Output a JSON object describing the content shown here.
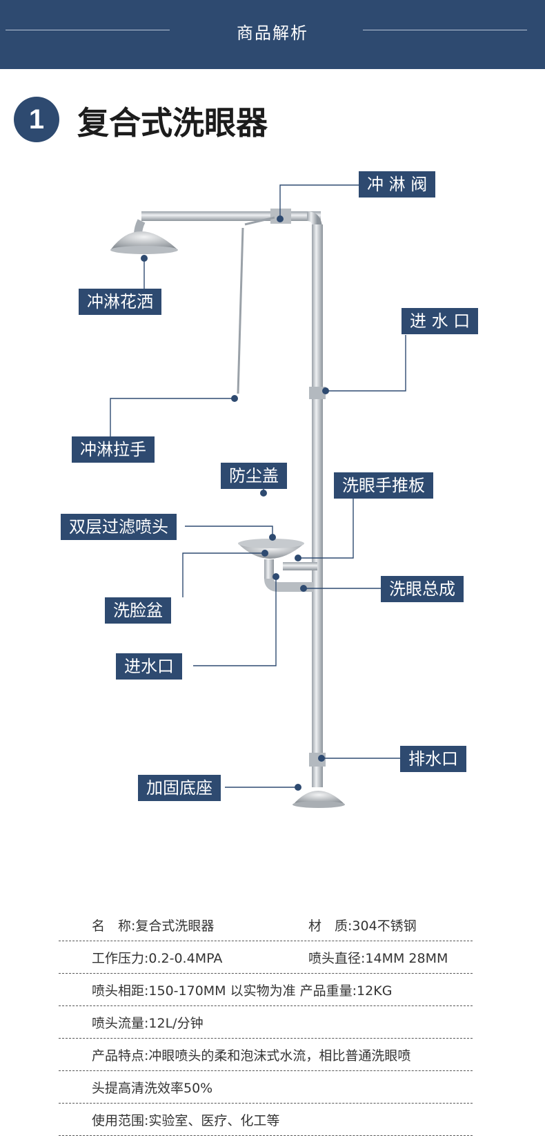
{
  "header": {
    "title": "商品解析"
  },
  "section": {
    "number": "1",
    "title": "复合式洗眼器"
  },
  "callouts": {
    "shower_valve": "冲 淋 阀",
    "shower_head": "冲淋花洒",
    "water_inlet_top": "进 水 口",
    "pull_handle": "冲淋拉手",
    "dust_cover": "防尘盖",
    "eyewash_push_plate": "洗眼手推板",
    "double_filter_nozzle": "双层过滤喷头",
    "wash_basin": "洗脸盆",
    "eyewash_assembly": "洗眼总成",
    "water_inlet_bottom": "进水口",
    "drain_outlet": "排水口",
    "reinforced_base": "加固底座"
  },
  "specs": {
    "row1_left": "名　称:复合式洗眼器",
    "row1_right": "材　质:304不锈钢",
    "row2_left": "工作压力:0.2-0.4MPA",
    "row2_right": "喷头直径:14MM  28MM",
    "row3": "喷头相距:150-170MM 以实物为准  产品重量:12KG",
    "row4": "喷头流量:12L/分钟",
    "row5": "产品特点:冲眼喷头的柔和泡沫式水流，相比普通洗眼喷",
    "row6": "头提高清洗效率50%",
    "row7": "使用范围:实验室、医疗、化工等"
  },
  "colors": {
    "brand_navy": "#2e4a70",
    "steel": "#c9ced3"
  }
}
